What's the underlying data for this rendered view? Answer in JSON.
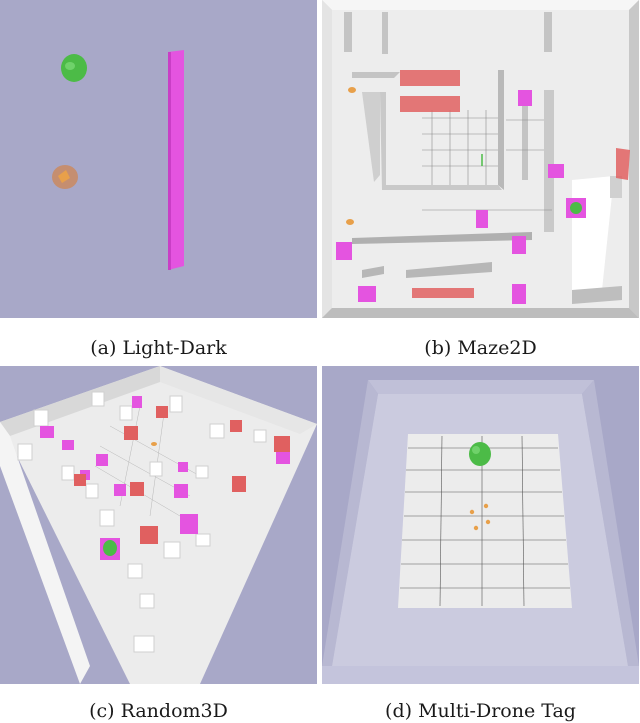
{
  "figure": {
    "panels": [
      {
        "caption": "(a) Light-Dark"
      },
      {
        "caption": "(b) Maze2D"
      },
      {
        "caption": "(c) Random3D"
      },
      {
        "caption": "(d) Multi-Drone Tag"
      }
    ]
  },
  "colors": {
    "sky": "#a8a8c8",
    "floor": "#ededed",
    "wall": "#c4c4c4",
    "goal": "#4cbb47",
    "light": "#e8337a",
    "magenta": "#e454e0",
    "red": "#e06060",
    "orange": "#e8a04a"
  }
}
